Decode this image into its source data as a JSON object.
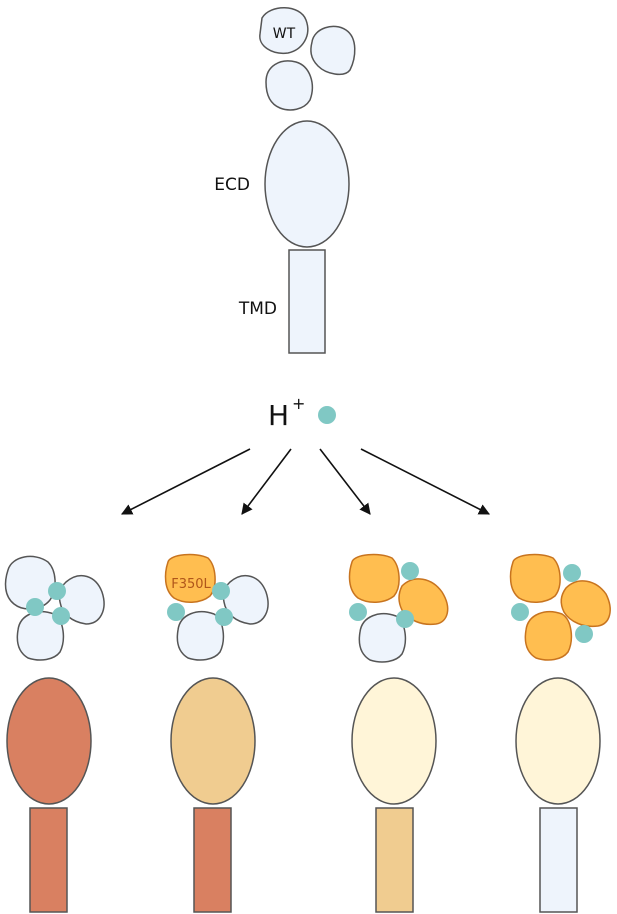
{
  "labels": {
    "wt": "WT",
    "ecd": "ECD",
    "tmd": "TMD",
    "proton_base": "H",
    "proton_sup": "+",
    "mutant": "F350L"
  },
  "colors": {
    "wt_fill": "#EEF4FC",
    "outline": "#555555",
    "mutant_fill": "#FFBE50",
    "mutant_outline": "#C8741F",
    "mutant_text": "#B0561A",
    "proton": "#80C8C4",
    "terracotta": "#D98061",
    "tan": "#F0CC90",
    "cream": "#FFF5D8"
  },
  "variants": [
    {
      "id": "variant-1",
      "subunits_mutant": [
        false,
        false,
        false
      ],
      "ecd_color": "terracotta",
      "tmd_color": "terracotta"
    },
    {
      "id": "variant-2",
      "subunits_mutant": [
        true,
        false,
        false
      ],
      "ecd_color": "tan",
      "tmd_color": "terracotta"
    },
    {
      "id": "variant-3",
      "subunits_mutant": [
        true,
        true,
        false
      ],
      "ecd_color": "cream",
      "tmd_color": "tan"
    },
    {
      "id": "variant-4",
      "subunits_mutant": [
        true,
        true,
        true
      ],
      "ecd_color": "cream",
      "tmd_color": "wt_fill"
    }
  ]
}
